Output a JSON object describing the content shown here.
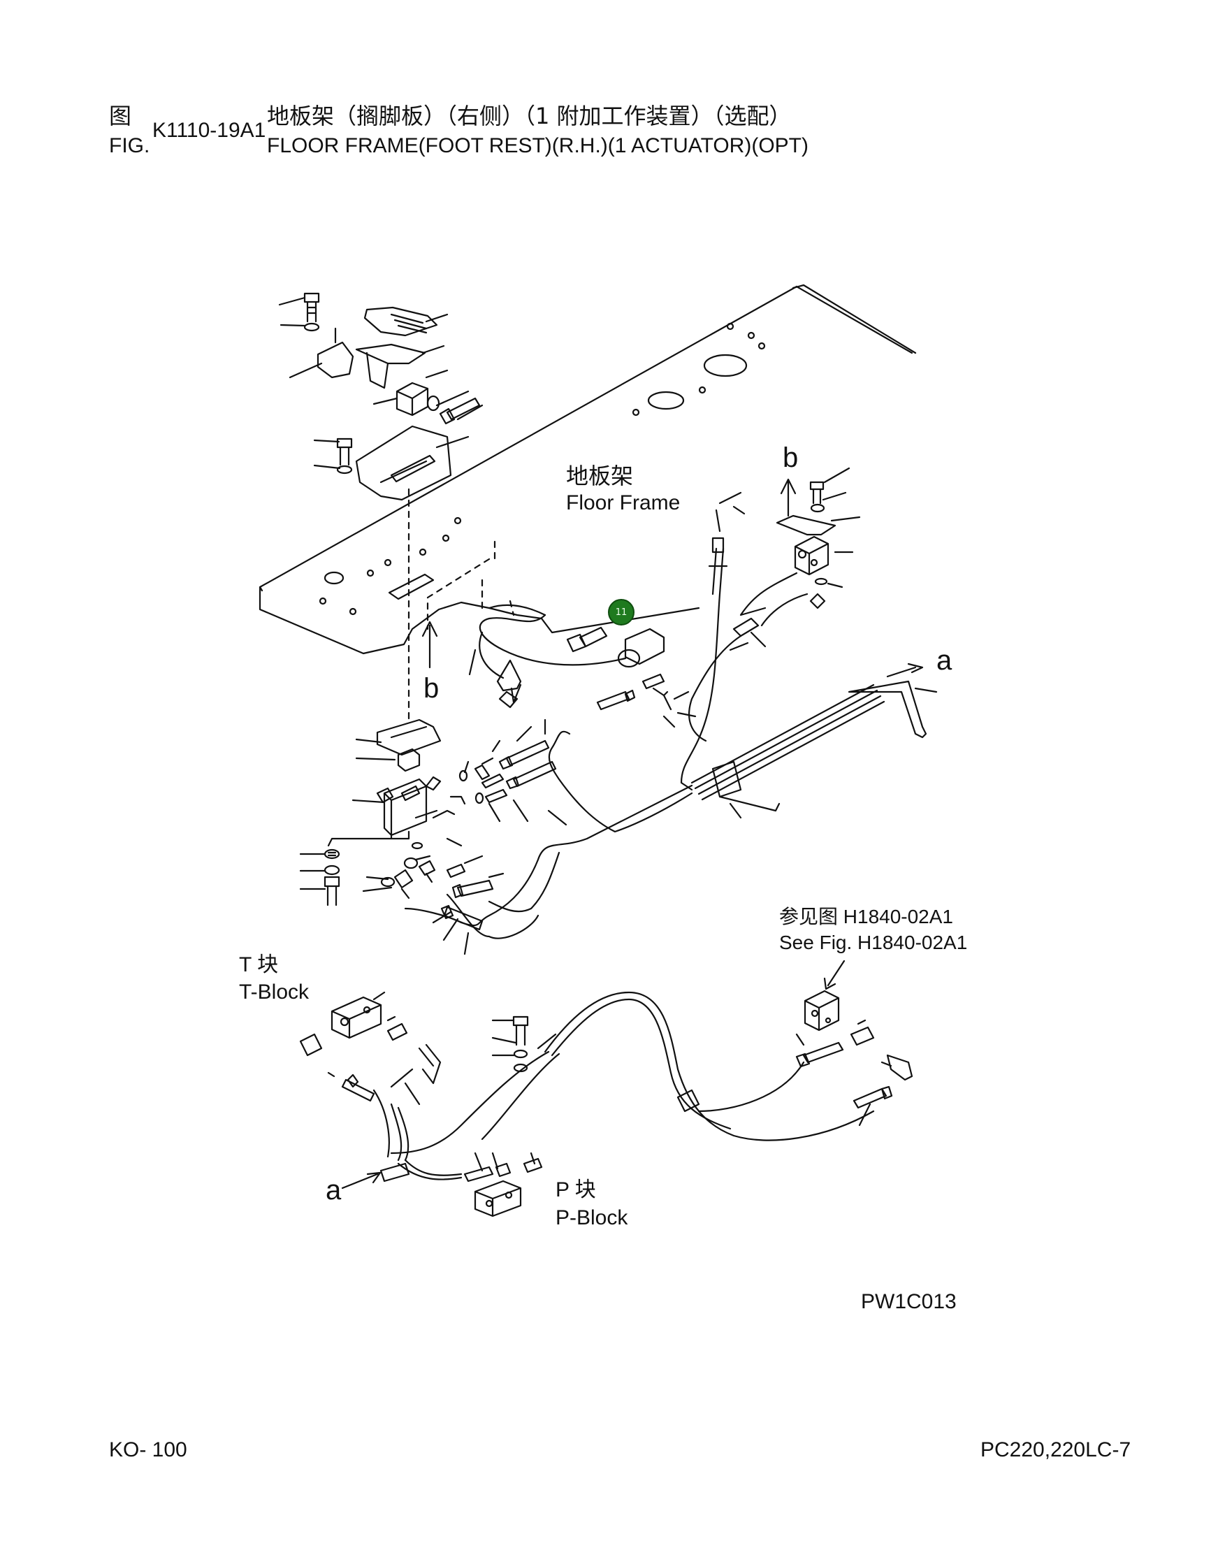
{
  "header": {
    "fig_label_cn": "图",
    "fig_label_en": "FIG.",
    "fig_number": "K1110-19A1",
    "title_cn": "地板架（搁脚板）（右侧）（1 附加工作装置）（选配）",
    "title_en": "FLOOR FRAME(FOOT REST)(R.H.)(1 ACTUATOR)(OPT)"
  },
  "diagram": {
    "floor_frame_cn": "地板架",
    "floor_frame_en": "Floor Frame",
    "arrow_b_top": "b",
    "arrow_b_mid": "b",
    "arrow_a_right": "a",
    "arrow_a_bottom": "a",
    "see_fig_cn": "参见图 H1840-02A1",
    "see_fig_en": "See Fig. H1840-02A1",
    "t_block_cn": "T 块",
    "t_block_en": "T-Block",
    "p_block_cn": "P 块",
    "p_block_en": "P-Block",
    "drawing_code": "PW1C013",
    "callout": "11",
    "callout_color": "#1f7a1f"
  },
  "footer": {
    "page": "KO- 100",
    "model": "PC220,220LC-7"
  }
}
